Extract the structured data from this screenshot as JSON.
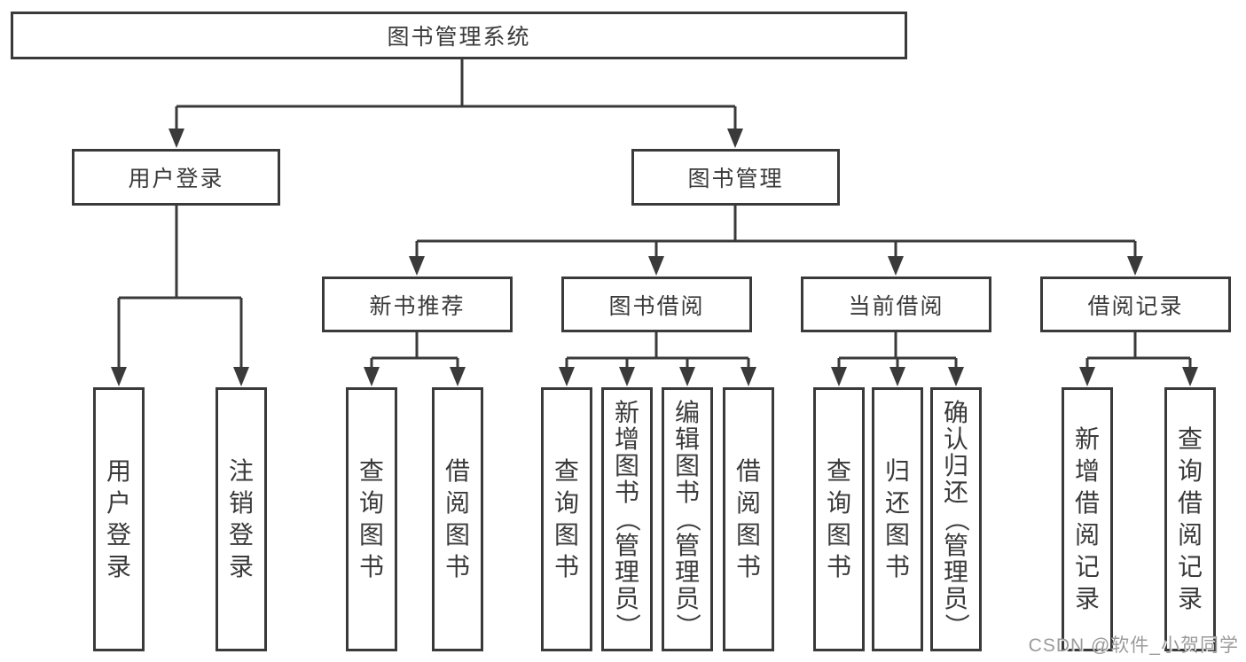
{
  "diagram": {
    "root": {
      "label": "图书管理系统"
    },
    "level2": [
      {
        "id": "user-login",
        "label": "用户登录"
      },
      {
        "id": "book-management",
        "label": "图书管理"
      }
    ],
    "level3": [
      {
        "id": "new-book-recommend",
        "label": "新书推荐",
        "parent": "图书管理"
      },
      {
        "id": "book-borrow",
        "label": "图书借阅",
        "parent": "图书管理"
      },
      {
        "id": "current-borrow",
        "label": "当前借阅",
        "parent": "图书管理"
      },
      {
        "id": "borrow-records",
        "label": "借阅记录",
        "parent": "图书管理"
      }
    ],
    "leaves": [
      {
        "label": "用户登录",
        "parent": "用户登录"
      },
      {
        "label": "注销登录",
        "parent": "用户登录"
      },
      {
        "label": "查询图书",
        "parent": "新书推荐"
      },
      {
        "label": "借阅图书",
        "parent": "新书推荐"
      },
      {
        "label": "查询图书",
        "parent": "图书借阅"
      },
      {
        "label": "新增图书（管理员）",
        "parent": "图书借阅"
      },
      {
        "label": "编辑图书（管理员）",
        "parent": "图书借阅"
      },
      {
        "label": "借阅图书",
        "parent": "图书借阅"
      },
      {
        "label": "查询图书",
        "parent": "当前借阅"
      },
      {
        "label": "归还图书",
        "parent": "当前借阅"
      },
      {
        "label": "确认归还（管理员）",
        "parent": "当前借阅"
      },
      {
        "label": "新增借阅记录",
        "parent": "借阅记录"
      },
      {
        "label": "查询借阅记录",
        "parent": "借阅记录"
      }
    ]
  },
  "watermark": {
    "text": "CSDN @软件_小贺同学"
  },
  "colors": {
    "line": "#3a3a3a",
    "box_border": "#3a3a3a",
    "text": "#3a3a3a",
    "watermark": "#9b9b9b",
    "background": "#ffffff"
  }
}
